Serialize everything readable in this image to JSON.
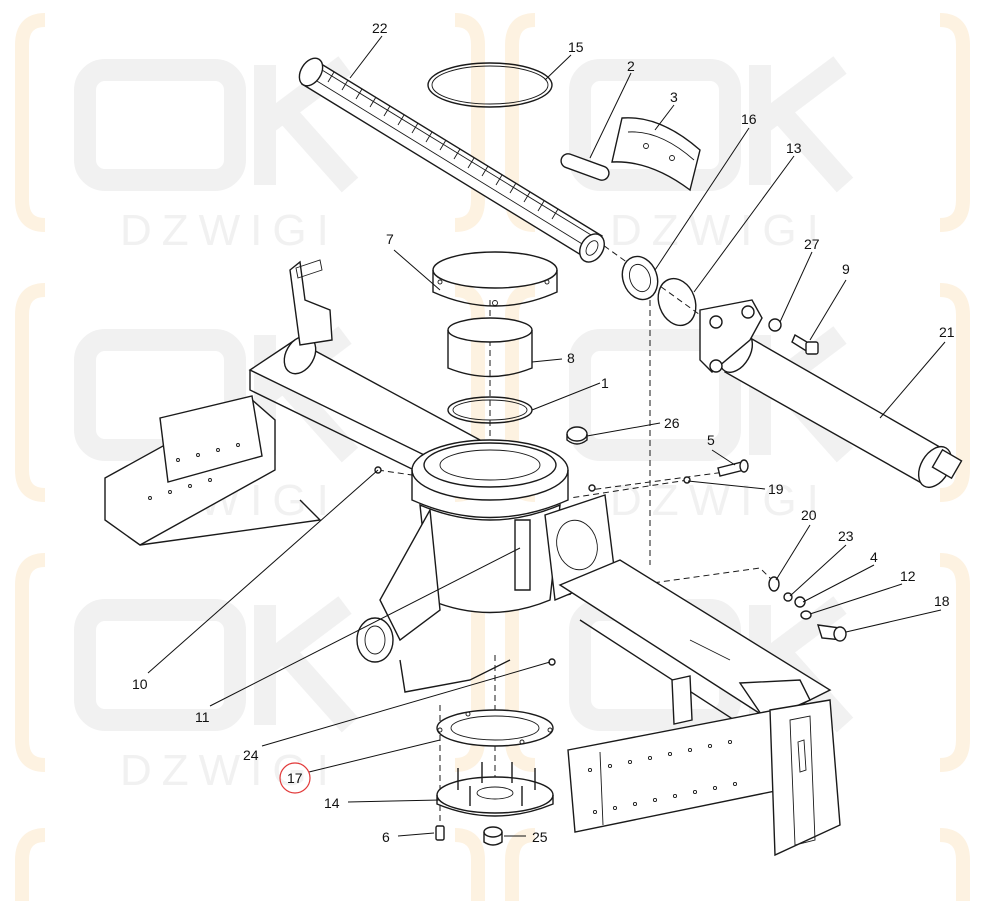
{
  "watermark": {
    "text": "DZWIGI"
  },
  "callouts": [
    {
      "id": "c22",
      "label": "22"
    },
    {
      "id": "c15",
      "label": "15"
    },
    {
      "id": "c2",
      "label": "2"
    },
    {
      "id": "c3",
      "label": "3"
    },
    {
      "id": "c16",
      "label": "16"
    },
    {
      "id": "c13",
      "label": "13"
    },
    {
      "id": "c27",
      "label": "27"
    },
    {
      "id": "c9",
      "label": "9"
    },
    {
      "id": "c7",
      "label": "7"
    },
    {
      "id": "c21",
      "label": "21"
    },
    {
      "id": "c8",
      "label": "8"
    },
    {
      "id": "c1",
      "label": "1"
    },
    {
      "id": "c26",
      "label": "26"
    },
    {
      "id": "c5",
      "label": "5"
    },
    {
      "id": "c19",
      "label": "19"
    },
    {
      "id": "c20",
      "label": "20"
    },
    {
      "id": "c23",
      "label": "23"
    },
    {
      "id": "c4",
      "label": "4"
    },
    {
      "id": "c12",
      "label": "12"
    },
    {
      "id": "c18",
      "label": "18"
    },
    {
      "id": "c10",
      "label": "10"
    },
    {
      "id": "c11",
      "label": "11"
    },
    {
      "id": "c24",
      "label": "24"
    },
    {
      "id": "c17",
      "label": "17",
      "highlighted": true
    },
    {
      "id": "c14",
      "label": "14"
    },
    {
      "id": "c6",
      "label": "6"
    },
    {
      "id": "c25",
      "label": "25"
    }
  ],
  "colors": {
    "line": "#1a1a1a",
    "highlight_circle": "#e23a3a",
    "watermark_gray": "#f1f1f1",
    "watermark_orange": "#fdf2e1"
  }
}
